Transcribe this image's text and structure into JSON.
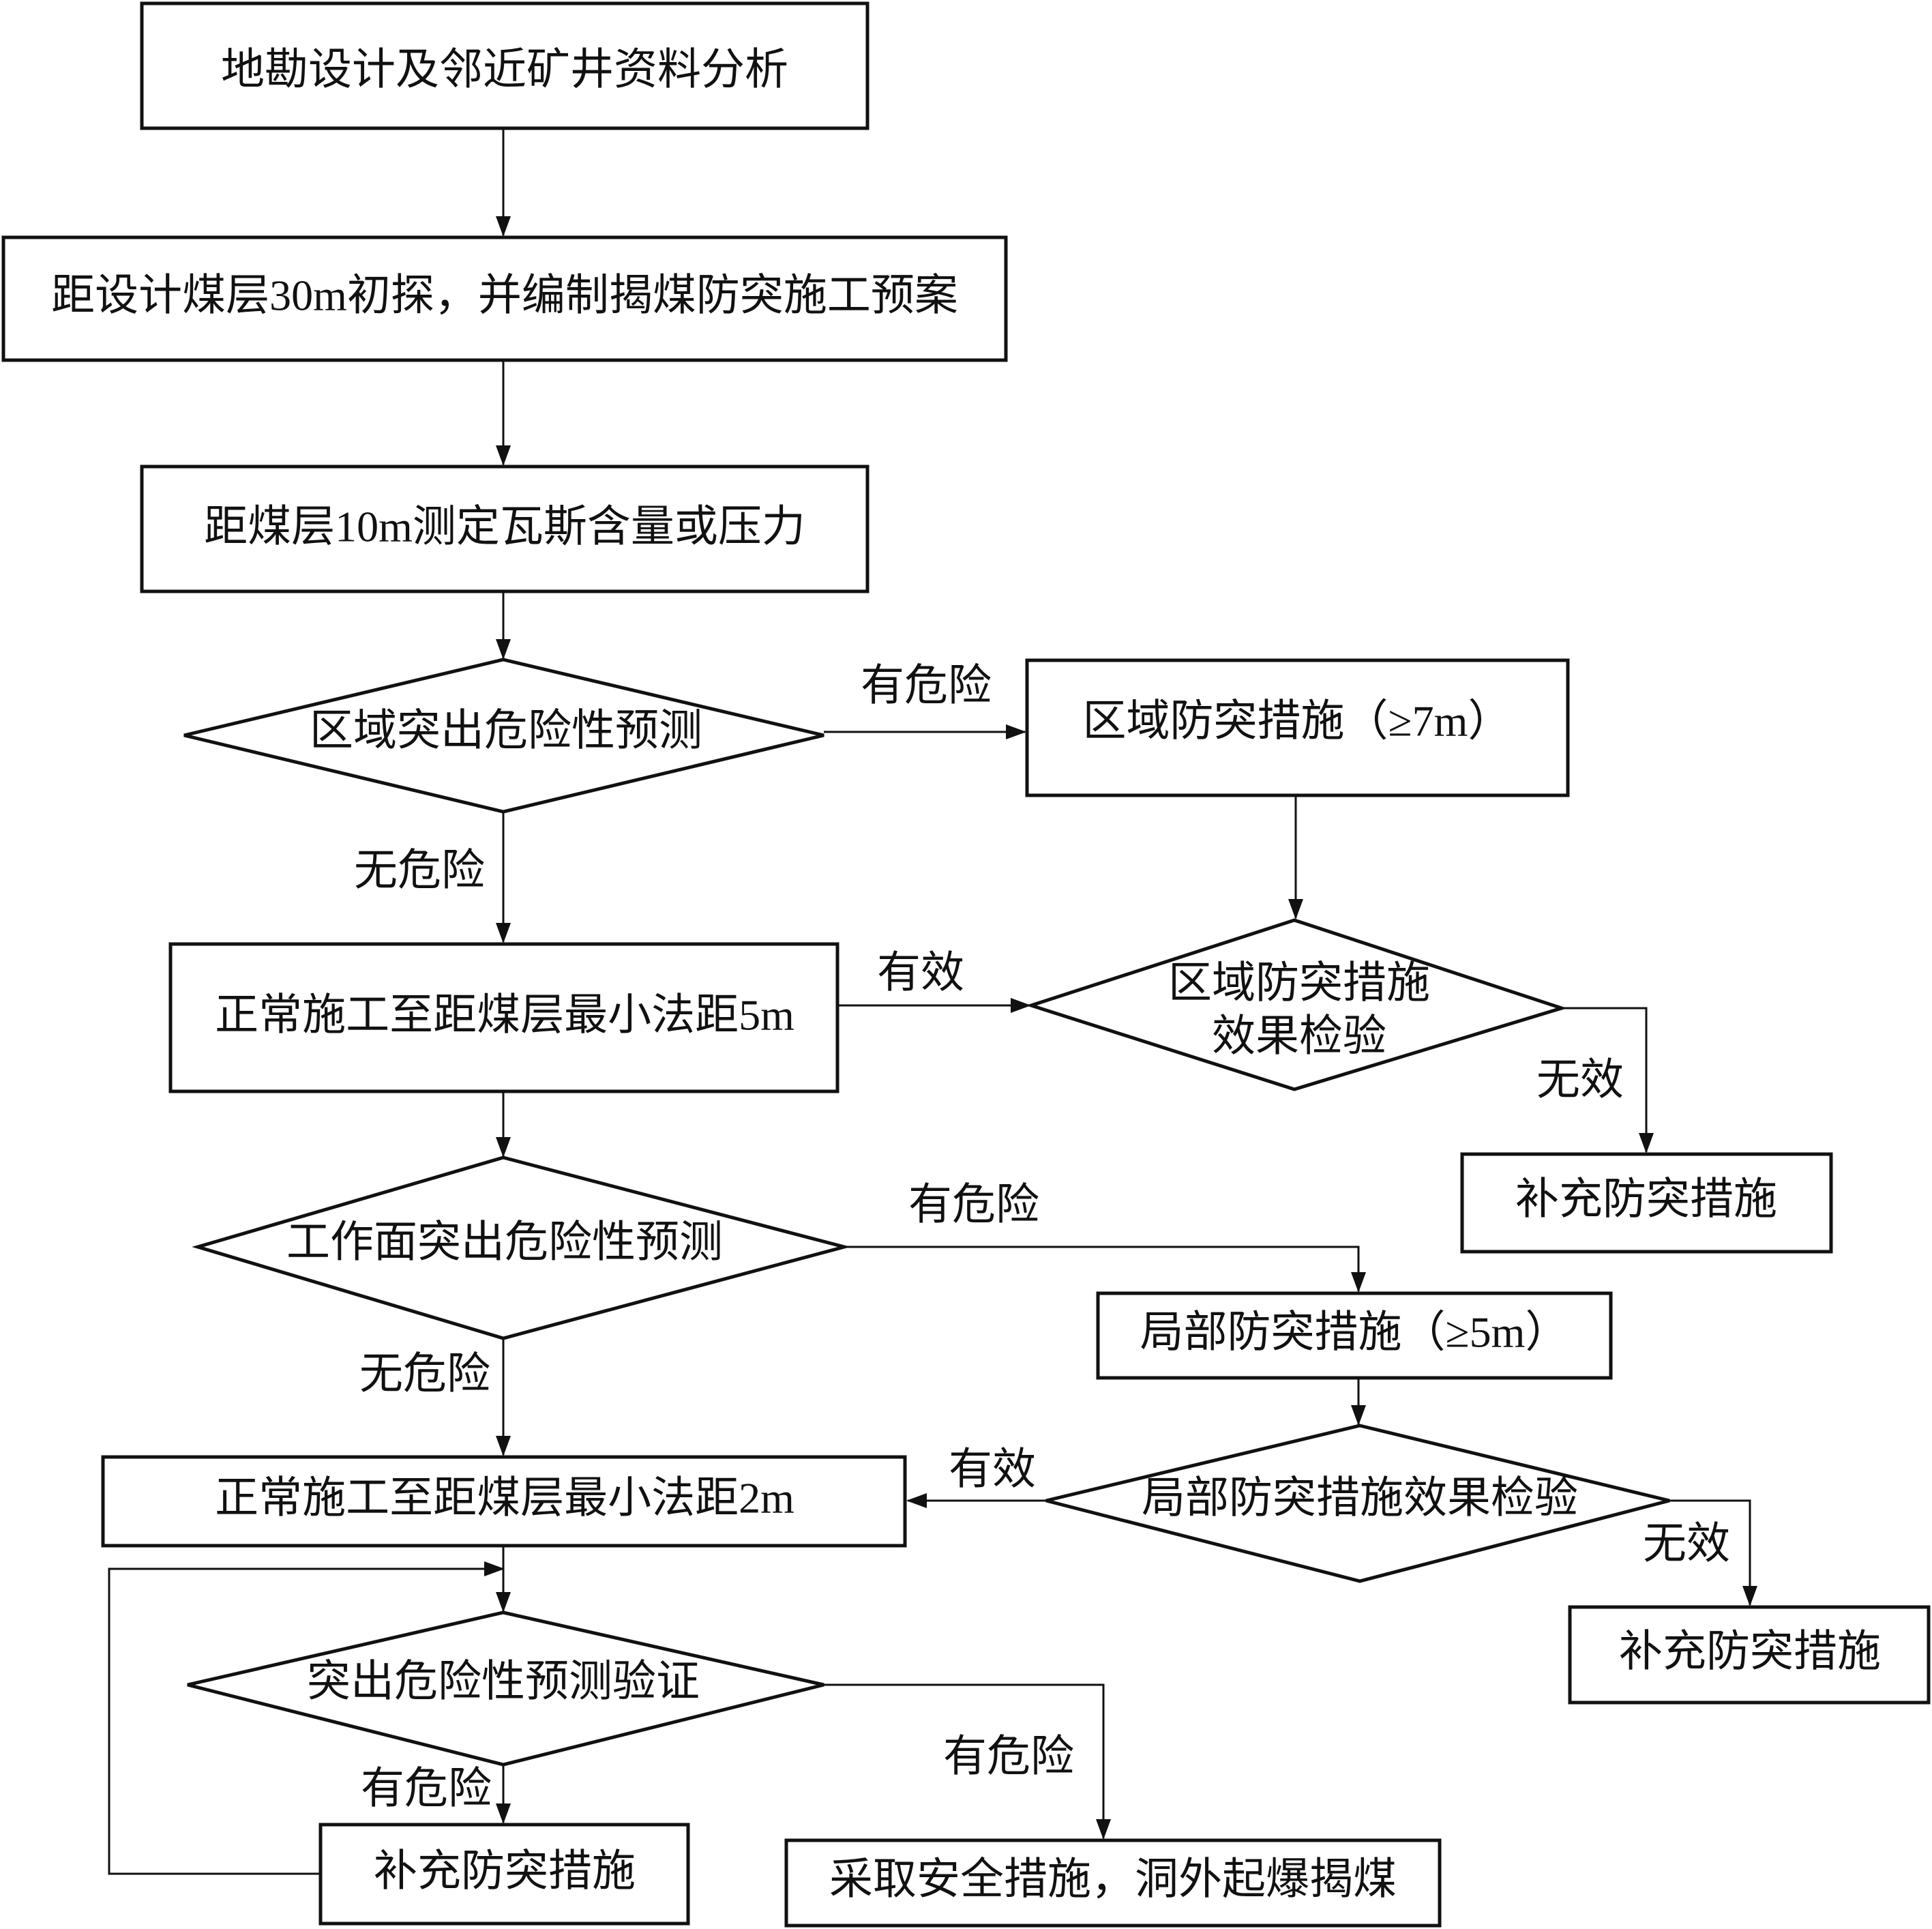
{
  "diagram": {
    "nodes": {
      "n1": "地勘设计及邻近矿井资料分析",
      "n2": "距设计煤层30m初探，并编制揭煤防突施工预案",
      "n3": "距煤层10m测定瓦斯含量或压力",
      "n4": "区域突出危险性预测",
      "n5": "区域防突措施（≥7m）",
      "n6": "正常施工至距煤层最小法距5m",
      "n7_line1": "区域防突措施",
      "n7_line2": "效果检验",
      "n8": "补充防突措施",
      "n9": "工作面突出危险性预测",
      "n10": "局部防突措施（≥5m）",
      "n11": "正常施工至距煤层最小法距2m",
      "n12": "局部防突措施效果检验",
      "n13": "补充防突措施",
      "n14": "突出危险性预测验证",
      "n15": "补充防突措施",
      "n16": "采取安全措施，洞外起爆揭煤"
    },
    "edge_labels": {
      "e4_5": "有危险",
      "e4_6": "无危险",
      "e6_7": "有效",
      "e7_8": "无效",
      "e9_10": "有危险",
      "e9_11": "无危险",
      "e12_11": "有效",
      "e12_13": "无效",
      "e14_16": "有危险",
      "e14_15": "有危险"
    }
  }
}
